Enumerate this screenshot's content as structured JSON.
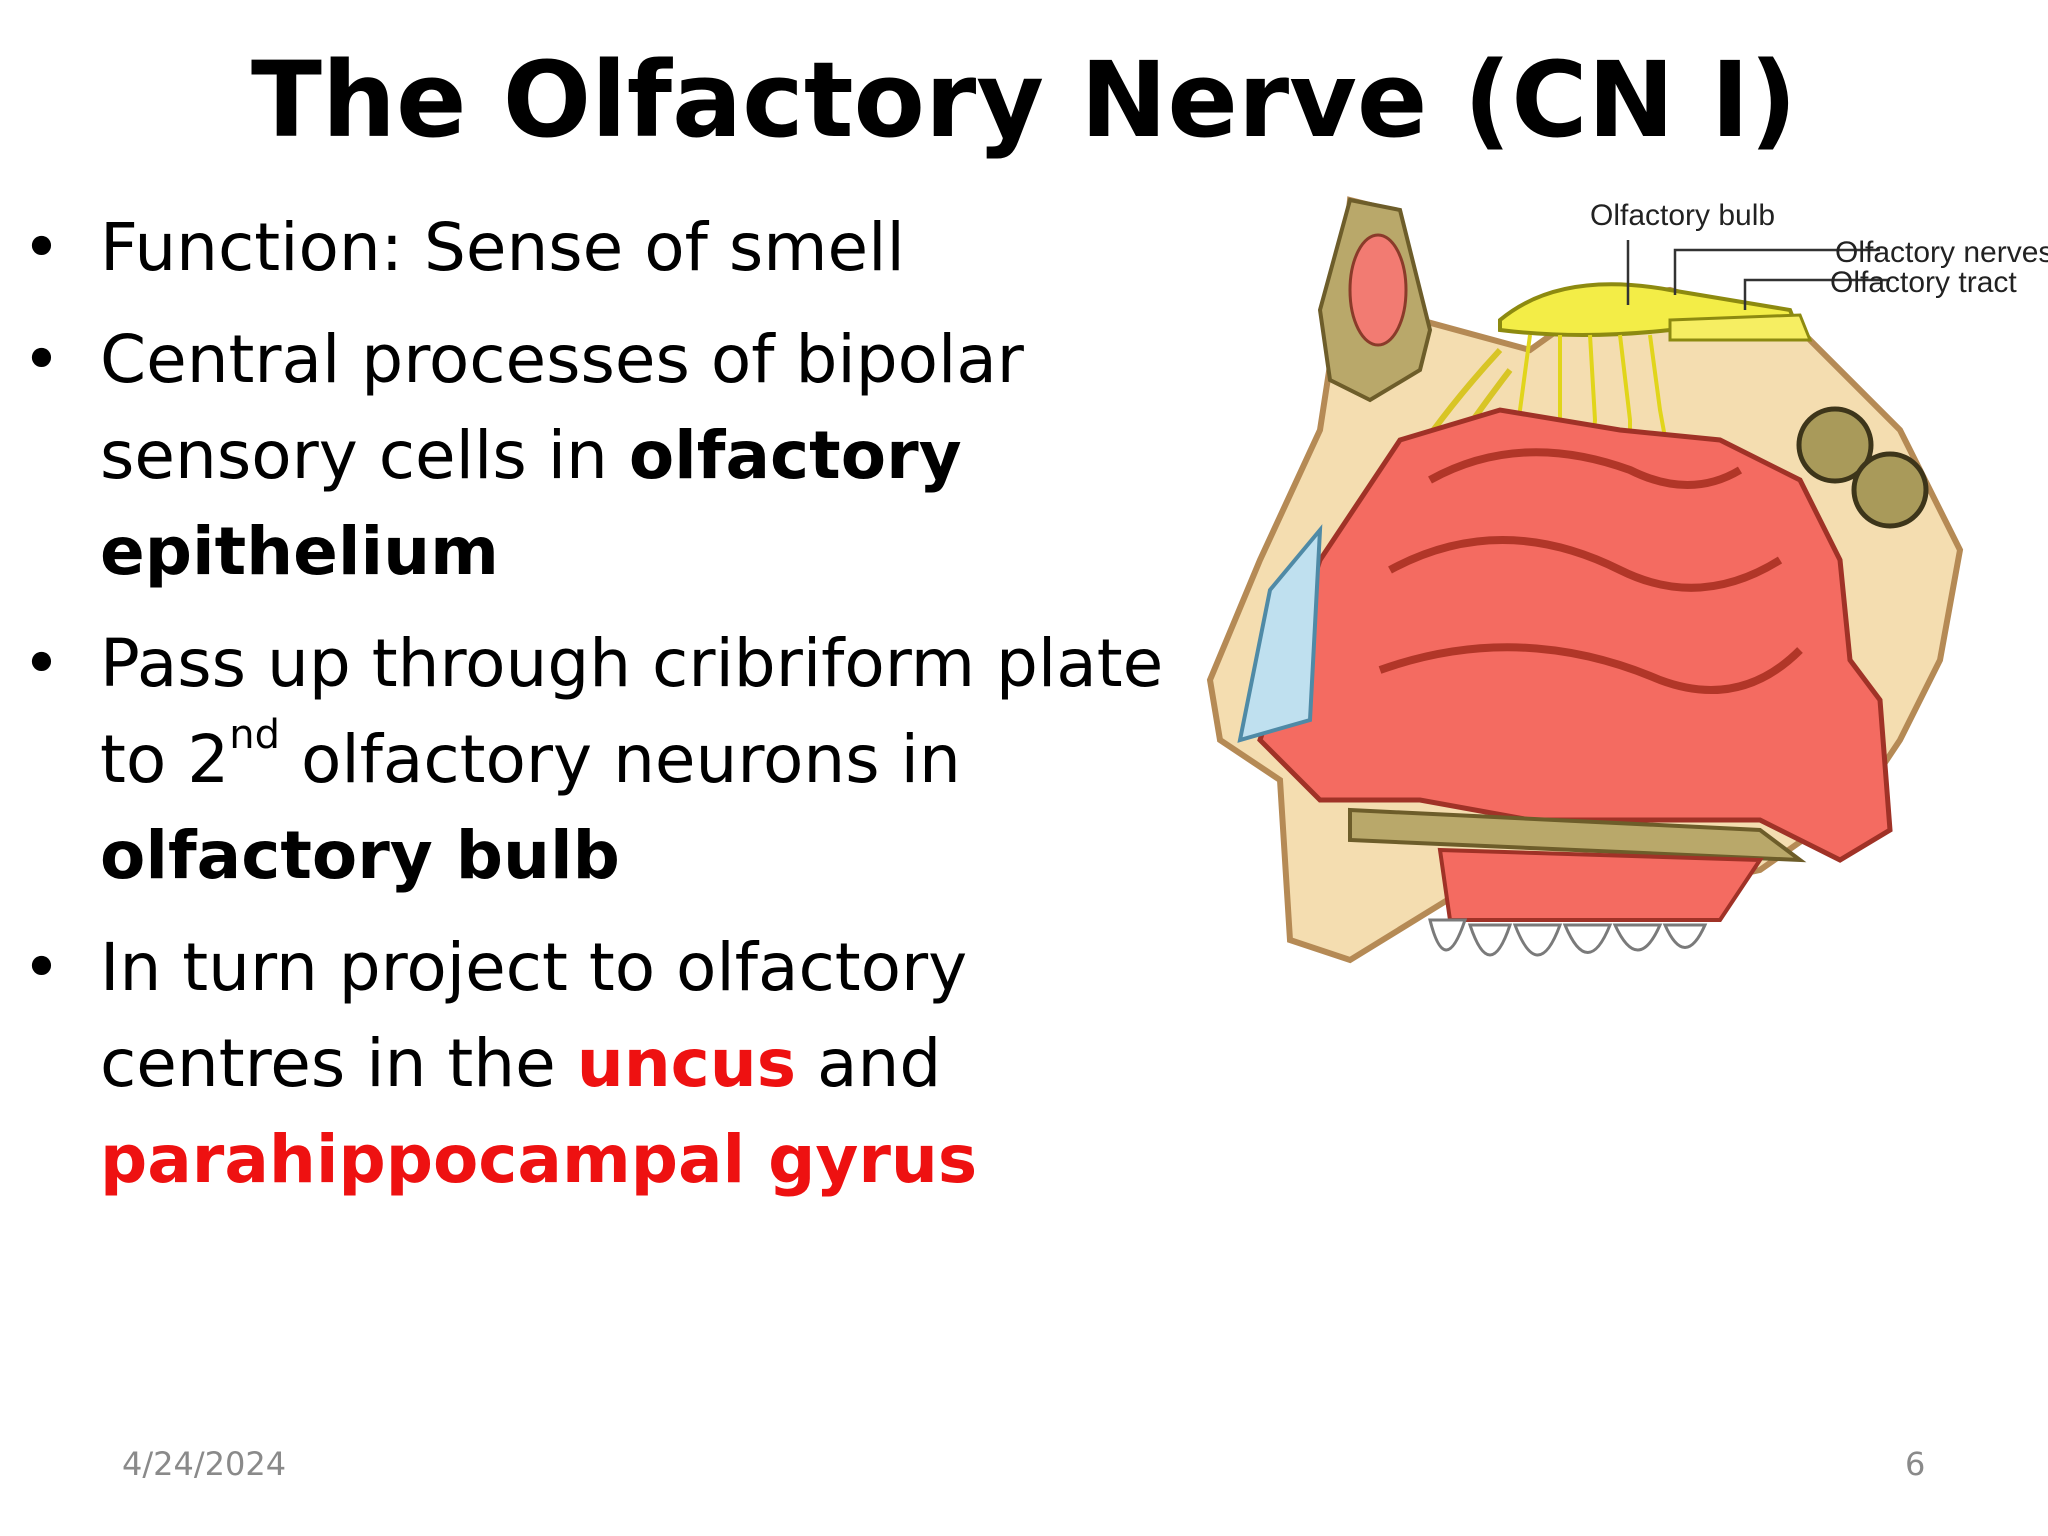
{
  "slide": {
    "title": "The Olfactory Nerve (CN I)",
    "bullets": [
      {
        "text": "Function: Sense of smell"
      },
      {
        "text_before": "Central processes of bipolar sensory cells in ",
        "bold": "olfactory epithelium"
      },
      {
        "text_before": "Pass up through cribriform plate to 2",
        "superscript": "nd",
        "text_middle": " olfactory neurons in ",
        "bold": "olfactory bulb"
      },
      {
        "text_before": "In turn project to olfactory centres in the ",
        "red_1": "uncus",
        "text_middle": " and ",
        "red_2": "parahippocampal gyrus"
      }
    ],
    "bullet_symbol": "•",
    "highlight_color": "#ee1111"
  },
  "figure": {
    "labels": {
      "bulb": "Olfactory bulb",
      "nerves": "Olfactory nerves",
      "tract": "Olfactory tract"
    }
  },
  "footer": {
    "date": "4/24/2024",
    "page_number": "6"
  }
}
